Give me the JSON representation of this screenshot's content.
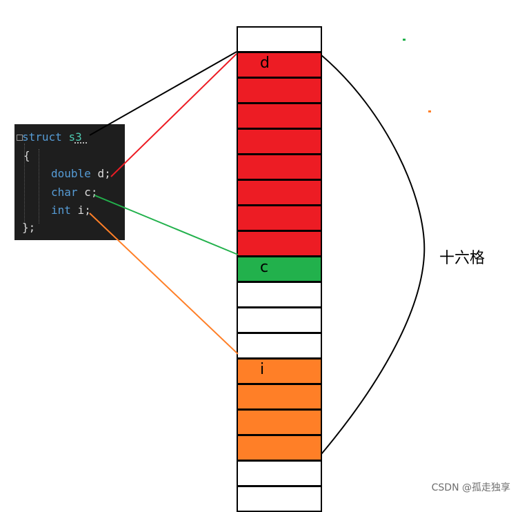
{
  "code": {
    "line1": {
      "kw": "struct",
      "name": "s3"
    },
    "line2": "{",
    "line3": {
      "kw": "double",
      "var": "d",
      "end": ";"
    },
    "line4": {
      "kw": "char",
      "var": "c",
      "end": ";"
    },
    "line5": {
      "kw": "int",
      "var": "i",
      "end": ";"
    },
    "line6": "};"
  },
  "memory": {
    "cells": [
      {
        "color": "#ffffff",
        "label": ""
      },
      {
        "color": "#ed1c24",
        "label": "d"
      },
      {
        "color": "#ed1c24",
        "label": ""
      },
      {
        "color": "#ed1c24",
        "label": ""
      },
      {
        "color": "#ed1c24",
        "label": ""
      },
      {
        "color": "#ed1c24",
        "label": ""
      },
      {
        "color": "#ed1c24",
        "label": ""
      },
      {
        "color": "#ed1c24",
        "label": ""
      },
      {
        "color": "#ed1c24",
        "label": ""
      },
      {
        "color": "#22b14c",
        "label": "c"
      },
      {
        "color": "#ffffff",
        "label": ""
      },
      {
        "color": "#ffffff",
        "label": ""
      },
      {
        "color": "#ffffff",
        "label": ""
      },
      {
        "color": "#ff7f27",
        "label": "i"
      },
      {
        "color": "#ff7f27",
        "label": ""
      },
      {
        "color": "#ff7f27",
        "label": ""
      },
      {
        "color": "#ff7f27",
        "label": ""
      },
      {
        "color": "#ffffff",
        "label": ""
      },
      {
        "color": "#ffffff",
        "label": ""
      }
    ]
  },
  "brace_label": "十六格",
  "watermark": "CSDN @孤走独享",
  "colors": {
    "d_line": "#ed1c24",
    "c_line": "#22b14c",
    "i_line": "#ff7f27",
    "struct_line": "#000000"
  }
}
